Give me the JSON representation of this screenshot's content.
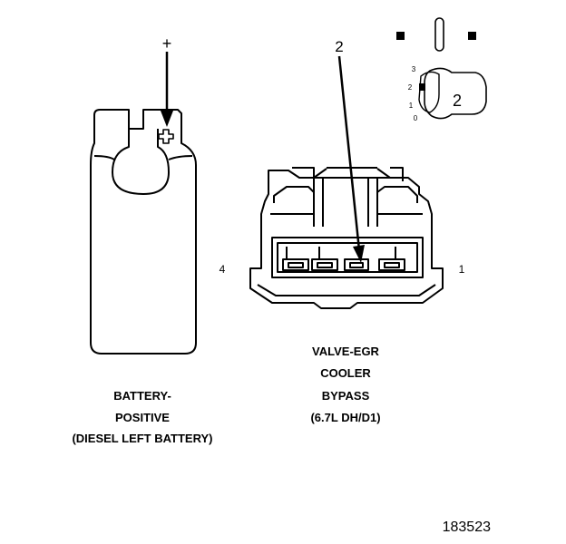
{
  "battery": {
    "polarity_mark": "+",
    "caption_line1": "BATTERY-",
    "caption_line2": "POSITIVE",
    "caption_line3": "(DIESEL LEFT BATTERY)"
  },
  "connector": {
    "callout_number": "2",
    "pin_left": "4",
    "pin_right": "1",
    "caption_line1": "VALVE-EGR",
    "caption_line2": "COOLER",
    "caption_line3": "BYPASS",
    "caption_line4": "(6.7L DH/D1)"
  },
  "key_inset": {
    "pos_3": "3",
    "pos_2": "2",
    "pos_1": "1",
    "pos_0": "0",
    "key_number": "2"
  },
  "figure_number": "183523"
}
